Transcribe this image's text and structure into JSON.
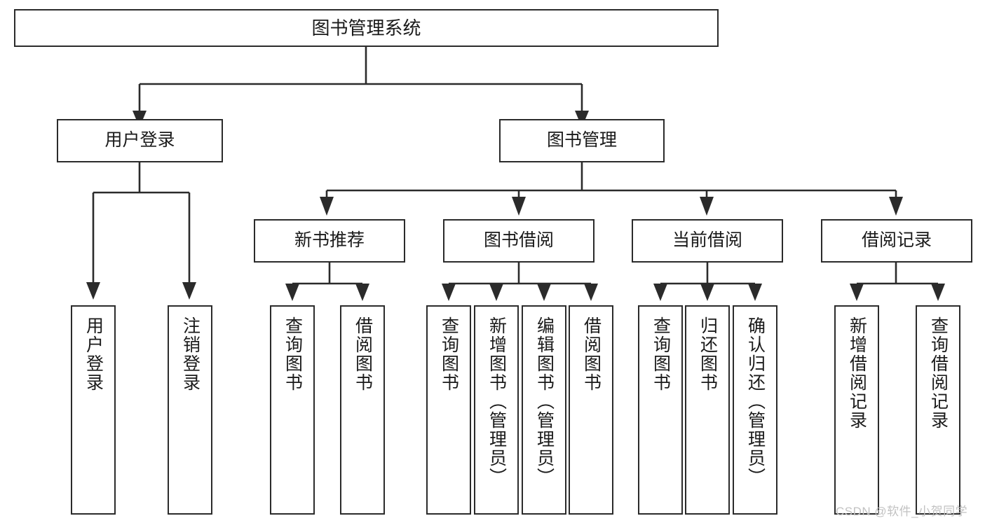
{
  "diagram": {
    "title": "图书管理系统",
    "type": "tree-hierarchy",
    "orientation": "top-down",
    "colors": {
      "background": "#ffffff",
      "node_fill": "#ffffff",
      "node_stroke": "#2b2b2b",
      "edge_stroke": "#2b2b2b",
      "text": "#1a1a1a",
      "watermark": "#c2c2c2"
    }
  },
  "nodes": {
    "root": {
      "label": "图书管理系统"
    },
    "level2": [
      {
        "label": "用户登录"
      },
      {
        "label": "图书管理"
      }
    ],
    "level3": [
      {
        "label": "新书推荐"
      },
      {
        "label": "图书借阅"
      },
      {
        "label": "当前借阅"
      },
      {
        "label": "借阅记录"
      }
    ],
    "leaves_user_login": [
      {
        "label": "用户登录"
      },
      {
        "label": "注销登录"
      }
    ],
    "leaves_new_book": [
      {
        "label": "查询图书"
      },
      {
        "label": "借阅图书"
      }
    ],
    "leaves_borrow": [
      {
        "label": "查询图书"
      },
      {
        "label": "新增图书（管理员）"
      },
      {
        "label": "编辑图书（管理员）"
      },
      {
        "label": "借阅图书"
      }
    ],
    "leaves_current": [
      {
        "label": "查询图书"
      },
      {
        "label": "归还图书"
      },
      {
        "label": "确认归还（管理员）"
      }
    ],
    "leaves_record": [
      {
        "label": "新增借阅记录"
      },
      {
        "label": "查询借阅记录"
      }
    ]
  },
  "watermark": {
    "text": "CSDN @软件_小贺同学"
  }
}
